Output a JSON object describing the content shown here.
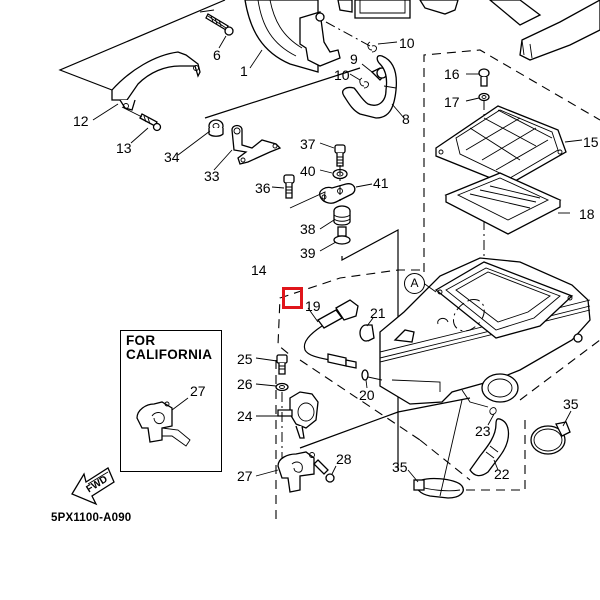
{
  "diagram": {
    "title": "Intake / Air Filter Case exploded parts diagram",
    "diagram_code": "5PX1100-A090",
    "note_box": {
      "line1": "FOR",
      "line2": "CALIFORNIA"
    },
    "reference_marker": "A",
    "direction_arrow": "FWD",
    "highlight_color": "#e0151b",
    "highlighted_part": "14"
  },
  "callouts": [
    {
      "id": "c1",
      "label": "1"
    },
    {
      "id": "c6",
      "label": "6"
    },
    {
      "id": "c8",
      "label": "8"
    },
    {
      "id": "c9",
      "label": "9"
    },
    {
      "id": "c10a",
      "label": "10"
    },
    {
      "id": "c10b",
      "label": "10"
    },
    {
      "id": "c12",
      "label": "12"
    },
    {
      "id": "c13",
      "label": "13"
    },
    {
      "id": "c14",
      "label": "14"
    },
    {
      "id": "c15",
      "label": "15"
    },
    {
      "id": "c16",
      "label": "16"
    },
    {
      "id": "c17",
      "label": "17"
    },
    {
      "id": "c18",
      "label": "18"
    },
    {
      "id": "c19",
      "label": "19"
    },
    {
      "id": "c20",
      "label": "20"
    },
    {
      "id": "c21",
      "label": "21"
    },
    {
      "id": "c22",
      "label": "22"
    },
    {
      "id": "c23",
      "label": "23"
    },
    {
      "id": "c24",
      "label": "24"
    },
    {
      "id": "c25",
      "label": "25"
    },
    {
      "id": "c26",
      "label": "26"
    },
    {
      "id": "c27a",
      "label": "27"
    },
    {
      "id": "c27b",
      "label": "27"
    },
    {
      "id": "c28",
      "label": "28"
    },
    {
      "id": "c33",
      "label": "33"
    },
    {
      "id": "c34",
      "label": "34"
    },
    {
      "id": "c35a",
      "label": "35"
    },
    {
      "id": "c35b",
      "label": "35"
    },
    {
      "id": "c36",
      "label": "36"
    },
    {
      "id": "c37",
      "label": "37"
    },
    {
      "id": "c38",
      "label": "38"
    },
    {
      "id": "c39",
      "label": "39"
    },
    {
      "id": "c40",
      "label": "40"
    },
    {
      "id": "c41",
      "label": "41"
    }
  ]
}
